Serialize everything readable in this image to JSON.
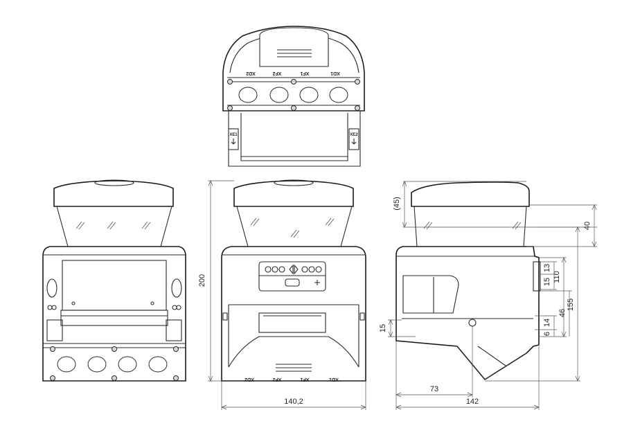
{
  "top_view": {
    "connector_labels": [
      "XD2",
      "XF2",
      "XF1",
      "XD1"
    ],
    "side_labels": [
      "XE1",
      "XE2"
    ]
  },
  "rear_view": {
    "connector_labels": [
      "XD2",
      "XF2",
      "XF1",
      "XD1"
    ]
  },
  "dimensions": {
    "height_total": "200",
    "width_front": "140,2",
    "top_cap": "(45)",
    "d40": "40",
    "d13": "13",
    "d15_upper": "15",
    "d110": "110",
    "d155": "155",
    "d46": "46",
    "d14": "14",
    "d6": "6",
    "d15_left": "15",
    "d73": "73",
    "d142": "142"
  }
}
